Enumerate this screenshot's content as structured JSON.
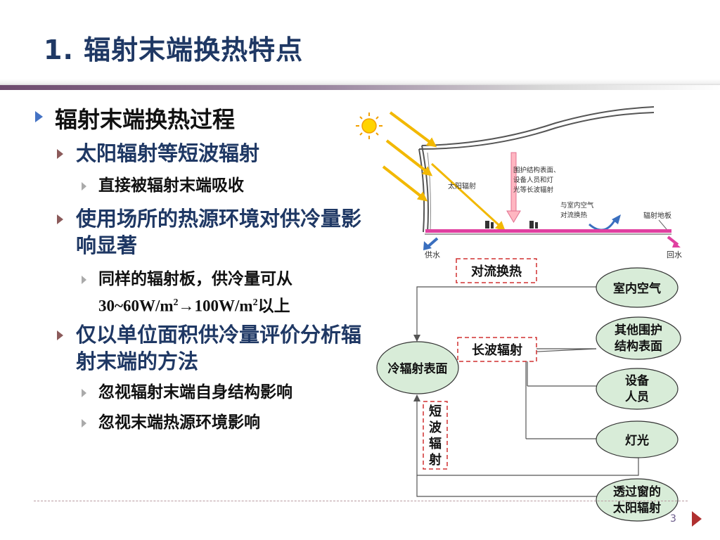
{
  "slide": {
    "title": "1. 辐射末端换热特点",
    "page_number": "3"
  },
  "bullets": {
    "b1": "辐射末端换热过程",
    "b1_1": "太阳辐射等短波辐射",
    "b1_1_1": "直接被辐射末端吸收",
    "b1_2": "使用场所的热源环境对供冷量影响显著",
    "b1_2_1_line1": "同样的辐射板，供冷量可从",
    "b1_2_1_line2_a": "30~60W/m",
    "b1_2_1_line2_b": "→100W/m",
    "b1_2_1_line2_c": "以上",
    "b1_2_1_sup": "2",
    "b1_3": "仅以单位面积供冷量评价分析辐射末端的方法",
    "b1_3_1": "忽视辐射末端自身结构影响",
    "b1_3_2": "忽视末端热源环境影响"
  },
  "diagram": {
    "solar_label": "太阳辐射",
    "envelope_label_1": "围护结构表面、",
    "envelope_label_2": "设备人员和灯",
    "envelope_label_3": "光等长波辐射",
    "convection_label_1": "与室内空气",
    "convection_label_2": "对流换热",
    "floor_label": "辐射地板",
    "supply_label": "供水",
    "return_label": "回水",
    "center_node": "冷辐射表面",
    "convection_box": "对流换热",
    "longwave_box": "长波辐射",
    "shortwave_box": [
      "短",
      "波",
      "辐",
      "射"
    ],
    "nodes": {
      "indoor_air": "室内空气",
      "envelope_1": "其他围护",
      "envelope_2": "结构表面",
      "equipment_1": "设备",
      "equipment_2": "人员",
      "lighting": "灯光",
      "solar_1": "透过窗的",
      "solar_2": "太阳辐射"
    }
  }
}
